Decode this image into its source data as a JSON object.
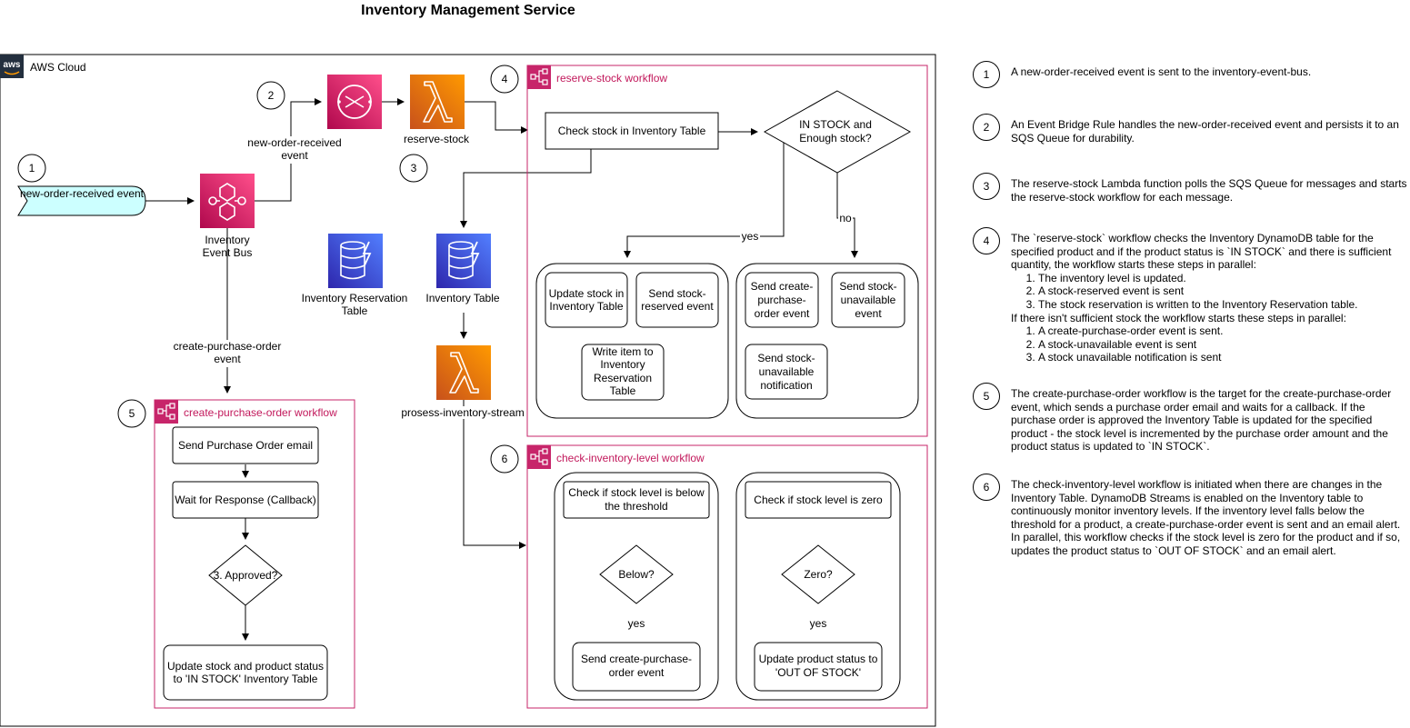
{
  "title": "Inventory Management Service",
  "cloud_label": "AWS Cloud",
  "aws_logo": "aws",
  "nodes": {
    "event_shape": "new-order-received event",
    "event_bus": [
      "Inventory",
      "Event Bus"
    ],
    "reserve_stock": "reserve-stock",
    "reservation_table": [
      "Inventory Reservation",
      "Table"
    ],
    "inventory_table": "Inventory Table",
    "process_stream": "prosess-inventory-stream"
  },
  "edge_labels": {
    "new_order_received": [
      "new-order-received",
      "event"
    ],
    "create_purchase_order": [
      "create-purchase-order",
      "event"
    ],
    "yes": "yes",
    "no": "no"
  },
  "reserve_workflow": {
    "title": "reserve-stock workflow",
    "check_stock": "Check stock in Inventory Table",
    "decision": [
      "IN STOCK and",
      "Enough stock?"
    ],
    "update_stock": [
      "Update stock in",
      "Inventory Table"
    ],
    "send_reserved": [
      "Send stock-",
      "reserved event"
    ],
    "write_item": [
      "Write item to",
      "Inventory",
      "Reservation",
      "Table"
    ],
    "send_create_po": [
      "Send create-",
      "purchase-",
      "order event"
    ],
    "send_unavailable": [
      "Send stock-",
      "unavailable",
      "event"
    ],
    "send_unavailable_notification": [
      "Send stock-",
      "unavailable",
      "notification"
    ]
  },
  "purchase_workflow": {
    "title": "create-purchase-order workflow",
    "send_email": "Send Purchase Order email",
    "wait": "Wait for Response (Callback)",
    "decision": "3. Approved?",
    "update": [
      "Update stock and product status",
      "to 'IN STOCK' Inventory Table"
    ]
  },
  "check_workflow": {
    "title": "check-inventory-level workflow",
    "check_threshold": [
      "Check if stock level is below",
      "the threshold"
    ],
    "below": "Below?",
    "send_create_po": [
      "Send create-purchase-",
      "order event"
    ],
    "check_zero": "Check if stock level is zero",
    "zero": "Zero?",
    "update_out": [
      "Update product status to",
      "'OUT OF STOCK'"
    ],
    "yes1": "yes",
    "yes2": "yes"
  },
  "step_numbers": [
    "1",
    "2",
    "3",
    "4",
    "5",
    "6"
  ],
  "legend": [
    {
      "num": "1",
      "text": " A new-order-received event is sent to the inventory-event-bus."
    },
    {
      "num": "2",
      "text": "An Event Bridge Rule handles the new-order-received event and persists it to an SQS Queue for durability."
    },
    {
      "num": "3",
      "text": "The reserve-stock Lambda function polls the SQS Queue for messages and starts the reserve-stock workflow for each message."
    },
    {
      "num": "4",
      "text": "The `reserve-stock` workflow checks the Inventory DynamoDB table for the specified product and if the product status is `IN STOCK` and there is sufficient quantity, the workflow starts these steps in parallel:",
      "list1": [
        "The inventory level is updated.",
        "A stock-reserved event is sent",
        "The stock reservation is written to the Inventory Reservation table."
      ],
      "cond": "If there isn't sufficient stock the workflow starts these steps in parallel:",
      "list2": [
        "A create-purchase-order event is sent.",
        "A stock-unavailable event is sent",
        "A stock unavailable notification is sent"
      ]
    },
    {
      "num": "5",
      "text": "The create-purchase-order workflow is the target for the create-purchase-order event, which sends a purchase order email and waits for a callback. If the purchase order is approved the Inventory Table is updated for the specified product - the stock level is incremented by the purchase order amount and the product status is updated to `IN STOCK`."
    },
    {
      "num": "6",
      "text": "The check-inventory-level workflow is initiated when there are changes in the Inventory Table. DynamoDB Streams is enabled on the Inventory table to continuously monitor inventory levels. If the inventory level falls below the threshold for a product, a create-purchase-order event is sent and an email alert. In parallel, this workflow checks if the stock level is zero for the product and if so, updates the product status to `OUT OF STOCK` and an email alert."
    }
  ],
  "colors": {
    "eventbridge": "#e7157b",
    "lambda": "#ed7100",
    "dynamodb": "#4053d6",
    "stepfunctions": "#c7256a",
    "event_shape_fill": "#ccffff"
  }
}
